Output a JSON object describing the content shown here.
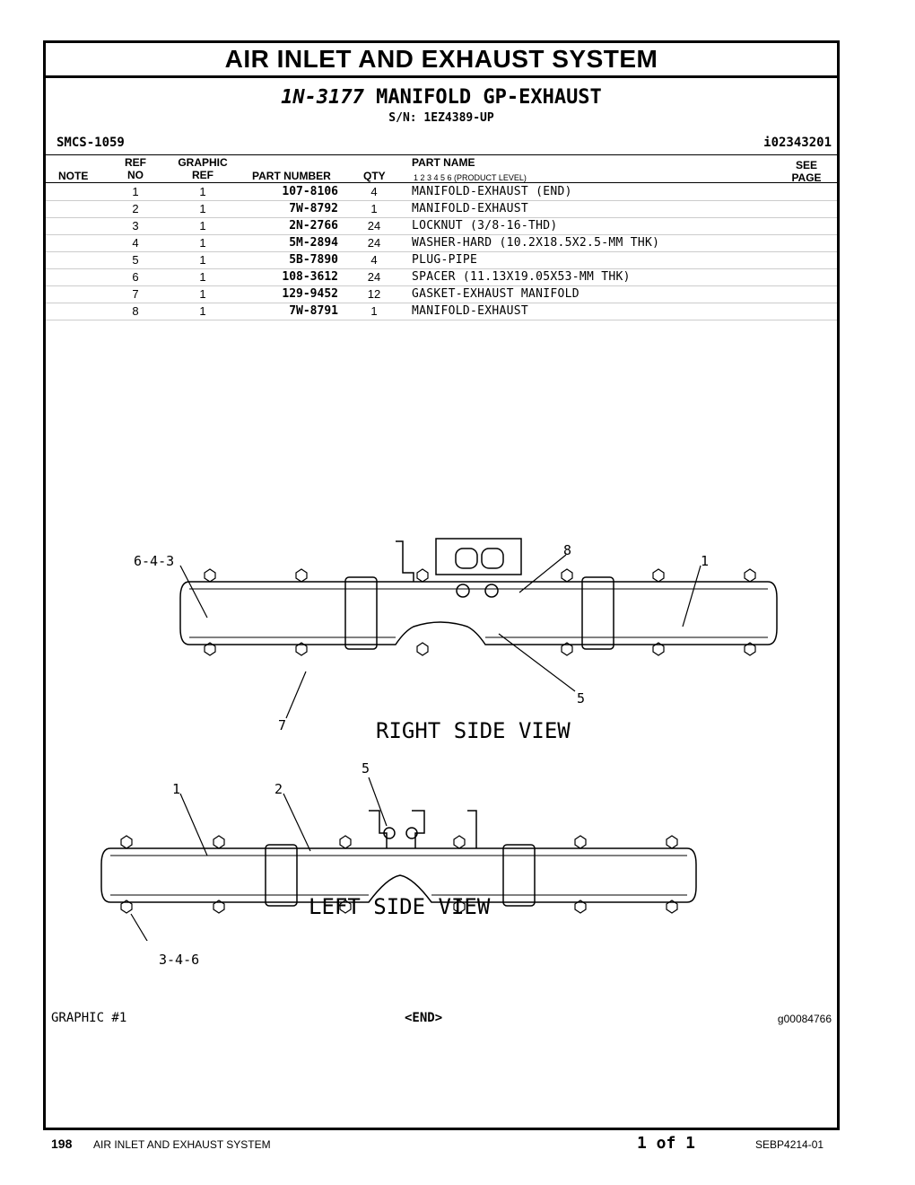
{
  "header": {
    "section_title": "AIR INLET AND EXHAUST SYSTEM",
    "group_part_number": "1N-3177",
    "group_name": "MANIFOLD GP-EXHAUST",
    "serial": "S/N: 1EZ4389-UP",
    "smcs": "SMCS-1059",
    "illustration_id": "i02343201"
  },
  "table": {
    "headers": {
      "note": "NOTE",
      "ref_no_top": "REF",
      "ref_no_bottom": "NO",
      "graphic_ref_top": "GRAPHIC",
      "graphic_ref_bottom": "REF",
      "part_number": "PART NUMBER",
      "qty": "QTY",
      "part_name": "PART NAME",
      "product_levels": "1   2   3   4   5   6   (PRODUCT LEVEL)",
      "see_page_top": "SEE",
      "see_page_bottom": "PAGE"
    },
    "rows": [
      {
        "ref": "1",
        "graphic_ref": "1",
        "part_number": "107-8106",
        "qty": "4",
        "name": "MANIFOLD-EXHAUST (END)"
      },
      {
        "ref": "2",
        "graphic_ref": "1",
        "part_number": "7W-8792",
        "qty": "1",
        "name": "MANIFOLD-EXHAUST"
      },
      {
        "ref": "3",
        "graphic_ref": "1",
        "part_number": "2N-2766",
        "qty": "24",
        "name": "LOCKNUT (3/8-16-THD)"
      },
      {
        "ref": "4",
        "graphic_ref": "1",
        "part_number": "5M-2894",
        "qty": "24",
        "name": "WASHER-HARD (10.2X18.5X2.5-MM THK)"
      },
      {
        "ref": "5",
        "graphic_ref": "1",
        "part_number": "5B-7890",
        "qty": "4",
        "name": "PLUG-PIPE"
      },
      {
        "ref": "6",
        "graphic_ref": "1",
        "part_number": "108-3612",
        "qty": "24",
        "name": "SPACER (11.13X19.05X53-MM THK)"
      },
      {
        "ref": "7",
        "graphic_ref": "1",
        "part_number": "129-9452",
        "qty": "12",
        "name": "GASKET-EXHAUST MANIFOLD"
      },
      {
        "ref": "8",
        "graphic_ref": "1",
        "part_number": "7W-8791",
        "qty": "1",
        "name": "MANIFOLD-EXHAUST"
      }
    ]
  },
  "graphic": {
    "right_view_label": "RIGHT SIDE VIEW",
    "left_view_label": "LEFT SIDE VIEW",
    "callouts_right": {
      "c643": "6-4-3",
      "c8": "8",
      "c1": "1",
      "c5": "5",
      "c7": "7"
    },
    "callouts_left": {
      "c5": "5",
      "c1": "1",
      "c2": "2",
      "c346": "3-4-6"
    }
  },
  "footer": {
    "graphic_label": "GRAPHIC #1",
    "end_marker": "<END>",
    "graphic_id": "g00084766"
  },
  "page": {
    "number": "198",
    "section": "AIR INLET AND EXHAUST SYSTEM",
    "of": "1 of 1",
    "doc_id": "SEBP4214-01"
  }
}
